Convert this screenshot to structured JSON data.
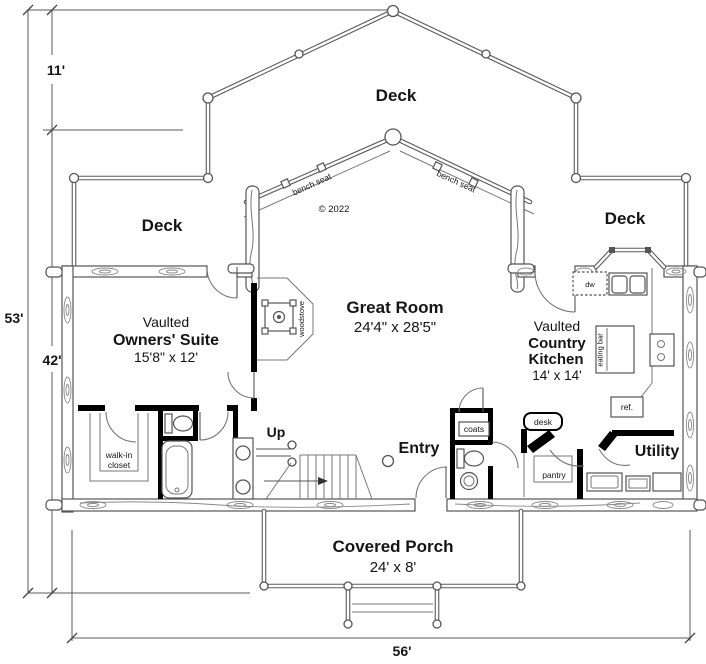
{
  "dimension_labels": {
    "left_total": "53'",
    "left_top": "11'",
    "left_lower": "42'",
    "bottom_width": "56'"
  },
  "deck_labels": {
    "top": "Deck",
    "left": "Deck",
    "right": "Deck"
  },
  "bench_seats": {
    "left": "bench seat",
    "right": "bench seat"
  },
  "copyright": "© 2022",
  "rooms": {
    "great_room": {
      "name": "Great Room",
      "dims": "24'4\" x 28'5\""
    },
    "owners_suite": {
      "qualifier": "Vaulted",
      "name": "Owners' Suite",
      "dims": "15'8\" x 12'"
    },
    "country_kitchen": {
      "qualifier": "Vaulted",
      "name_line1": "Country",
      "name_line2": "Kitchen",
      "dims": "14' x 14'"
    },
    "covered_porch": {
      "name": "Covered Porch",
      "dims": "24' x 8'"
    },
    "entry": {
      "name": "Entry"
    },
    "utility": {
      "name": "Utility"
    }
  },
  "features": {
    "up": "Up",
    "walk_in_line1": "walk-in",
    "walk_in_line2": "closet",
    "coats": "coats",
    "desk": "desk",
    "pantry": "pantry",
    "woodstove": "woodstove",
    "eating_bar": "eating bar",
    "dw": "dw",
    "ref": "ref."
  },
  "colors": {
    "line": "#555555",
    "wall_black": "#000000",
    "paper": "#ffffff"
  }
}
